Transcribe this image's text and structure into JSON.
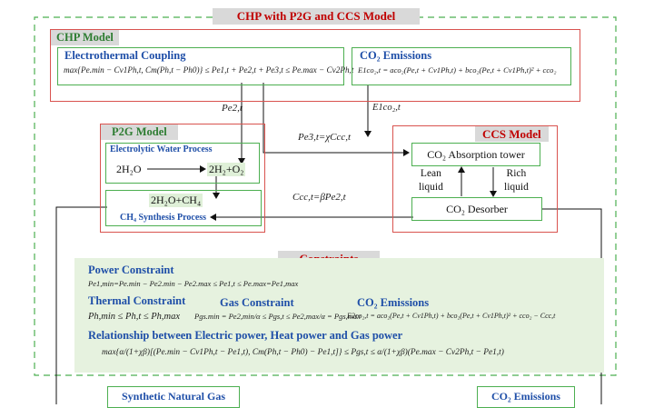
{
  "title": "CHP with P2G and CCS Model",
  "chp": {
    "label": "CHP Model",
    "coupling_heading": "Electrothermal Coupling",
    "coupling_eq": "max{Pe.min − Cv1Ph,t, Cm(Ph,t − Ph0)} ≤ Pe1,t + Pe2,t + Pe3,t ≤ Pe.max − Cv2Ph,t",
    "emissions_heading": "CO₂ Emissions",
    "emissions_eq": "E1co₂,t = aco₂(Pe,t + Cv1Ph,t) + bco₂(Pe,t + Cv1Ph,t)² + cco₂"
  },
  "p2g": {
    "label": "P2G Model",
    "electrolytic_heading": "Electrolytic Water Process",
    "electrolytic_lhs": "2H₂O",
    "electrolytic_rhs": "2H₂+O₂",
    "synthesis_eq": "2H₂O+CH₄",
    "synthesis_heading": "CH₄ Synthesis Process"
  },
  "ccs": {
    "label": "CCS Model",
    "absorption": "CO₂ Absorption tower",
    "lean": "Lean\nliquid",
    "rich": "Rich\nliquid",
    "desorber": "CO₂ Desorber"
  },
  "flows": {
    "pe2": "Pe2,t",
    "e1co2": "E1co₂,t",
    "pe3": "Pe3,t=χCcc,t",
    "ccc": "Ccc,t=βPe2,t"
  },
  "constraints": {
    "title": "Constraints",
    "power_heading": "Power Constraint",
    "power_eq": "Pe1,min=Pe.min − Pe2.min − Pe2.max ≤ Pe1,t ≤ Pe.max=Pe1,max",
    "thermal_heading": "Thermal Constraint",
    "thermal_eq": "Ph,min ≤ Ph,t ≤ Ph,max",
    "gas_heading": "Gas Constraint",
    "gas_eq": "Pgs.min = Pe2,min/α ≤ Pgs,t ≤ Pe2,max/α = Pgs,max",
    "co2_heading": "CO₂ Emissions",
    "co2_eq": "E2co₂,t = aco₂(Pe,t + Cv1Ph,t) + bco₂(Pe,t + Cv1Ph,t)² + cco₂ − Ccc,t",
    "relation_heading": "Relationship between Electric power, Heat power and Gas power",
    "relation_eq": "max{α/(1+χβ)[(Pe.min − Cv1Ph,t − Pe1,t), Cm(Ph,t − Ph0) − Pe1,t]} ≤ Pgs,t ≤ α/(1+χβ)(Pe.max − Cv2Ph,t − Pe1,t)"
  },
  "bottom": {
    "sng": "Synthetic Natural Gas",
    "co2": "CO₂ Emissions"
  },
  "colors": {
    "red": "#c00000",
    "green": "#4caf50",
    "blue": "#1f4fa8",
    "constraints_bg": "#e6f2df",
    "tab_bg": "#d9d9d9"
  }
}
